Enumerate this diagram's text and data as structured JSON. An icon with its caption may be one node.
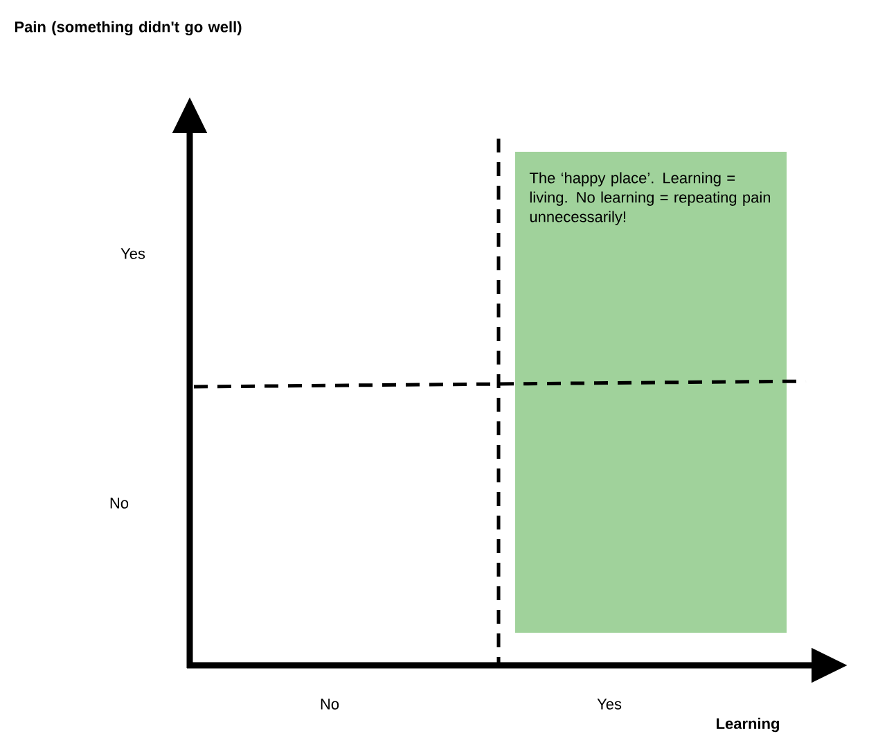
{
  "diagram": {
    "nodes": [
      {
        "text": [
          "The ‘happy place’. Learning = living. No learning = repeating pain unnecessarily!"
        ]
      }
    ],
    "labels": [
      "Pain (something didn't go well)",
      "Yes",
      "No",
      "No",
      "Yes",
      "Learning"
    ]
  }
}
